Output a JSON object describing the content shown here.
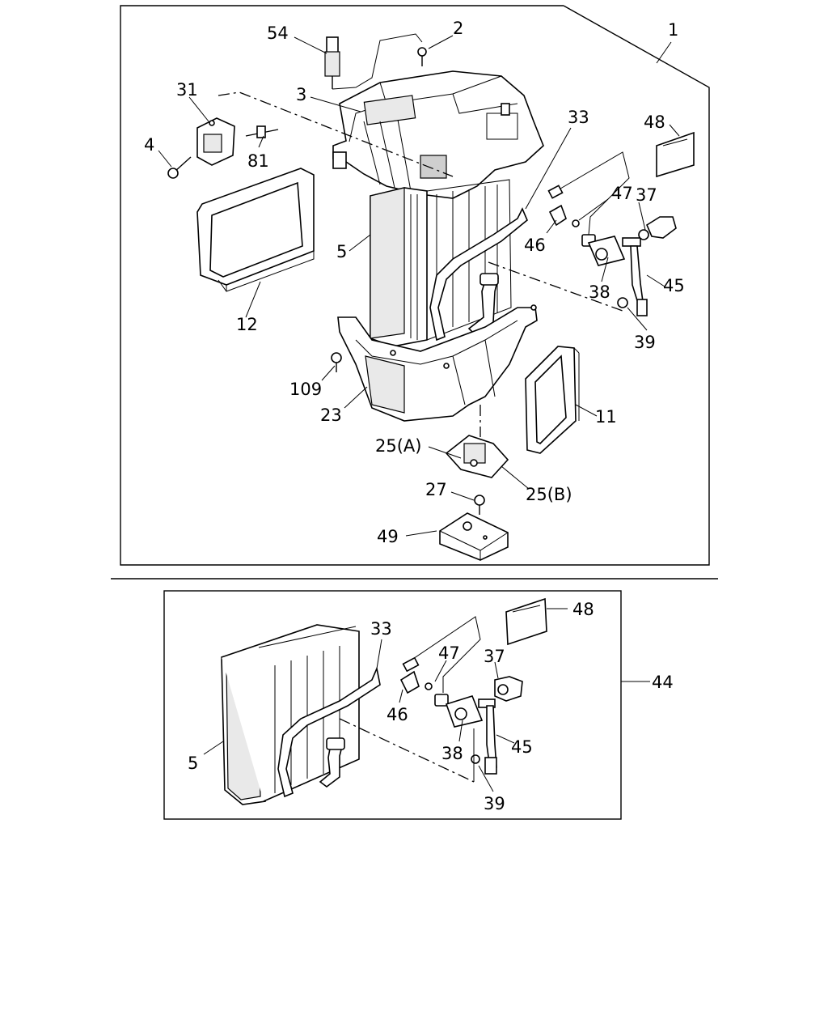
{
  "labels": {
    "main": {
      "p1": "1",
      "p2": "2",
      "p3": "3",
      "p4": "4",
      "p5": "5",
      "p11": "11",
      "p12": "12",
      "p23": "23",
      "p25a": "25(A)",
      "p25b": "25(B)",
      "p27": "27",
      "p31": "31",
      "p33": "33",
      "p37": "37",
      "p38": "38",
      "p39": "39",
      "p45": "45",
      "p46": "46",
      "p47": "47",
      "p48": "48",
      "p49": "49",
      "p54": "54",
      "p81": "81",
      "p109": "109"
    },
    "sub": {
      "p5": "5",
      "p33": "33",
      "p37": "37",
      "p38": "38",
      "p39": "39",
      "p44": "44",
      "p45": "45",
      "p46": "46",
      "p47": "47",
      "p48": "48"
    }
  }
}
